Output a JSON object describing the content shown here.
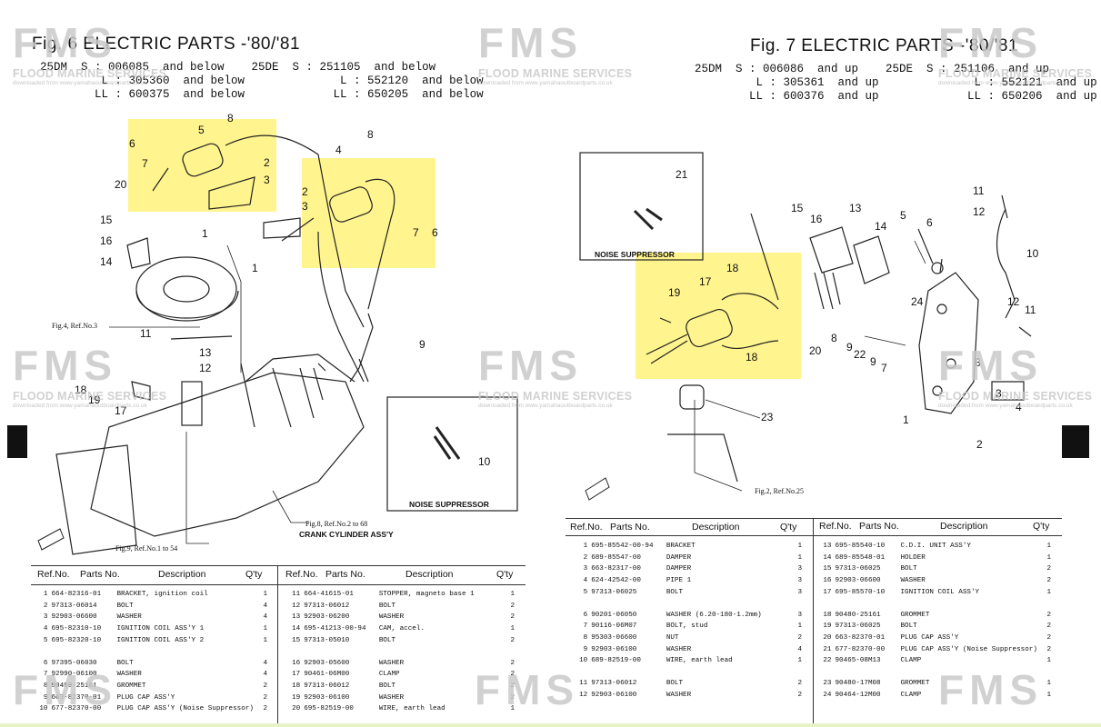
{
  "left": {
    "title": "Fig. 6  ELECTRIC  PARTS  -'80/'81",
    "serials": "25DM  S : 006085  and below    25DE  S : 251105  and below\n         L : 305360  and below              L : 552120  and below\n        LL : 600375  and below             LL : 650205  and below",
    "refs": {
      "r1": "Fig.4, Ref.No.3",
      "r2": "Fig.9, Ref.No.1 to 54",
      "r3": "Fig.8, Ref.No.2 to 68",
      "r4": "CRANK CYLINDER ASS'Y"
    },
    "noise_suppressor": "NOISE SUPPRESSOR",
    "labels": [
      "8",
      "5",
      "6",
      "2",
      "7",
      "3",
      "20",
      "1",
      "4",
      "8",
      "2",
      "3",
      "7",
      "6",
      "15",
      "16",
      "1",
      "14",
      "11",
      "9",
      "13",
      "12",
      "18",
      "19",
      "17",
      "10"
    ],
    "table_header": [
      "Ref.No.",
      "Parts No.",
      "Description",
      "Q'ty",
      "Ref.No.",
      "Parts No.",
      "Description",
      "Q'ty"
    ],
    "rows_a": [
      [
        "1",
        "664-82316-01",
        "BRACKET, ignition coil",
        "1"
      ],
      [
        "2",
        "97313-06014",
        "BOLT",
        "4"
      ],
      [
        "3",
        "92903-06600",
        "WASHER",
        "4"
      ],
      [
        "4",
        "695-82310-10",
        "IGNITION COIL ASS'Y 1",
        "1"
      ],
      [
        "5",
        "695-82320-10",
        "IGNITION COIL ASS'Y 2",
        "1"
      ],
      [
        "",
        "",
        "",
        ""
      ],
      [
        "6",
        "97395-06030",
        "BOLT",
        "4"
      ],
      [
        "7",
        "92990-06100",
        "WASHER",
        "4"
      ],
      [
        "8",
        "90480-25161",
        "GROMMET",
        "2"
      ],
      [
        "9",
        "663-82370-01",
        "PLUG CAP ASS'Y",
        "2"
      ],
      [
        "10",
        "677-82370-00",
        "PLUG CAP ASS'Y (Noise Suppressor)",
        "2"
      ]
    ],
    "rows_b": [
      [
        "11",
        "664-41615-01",
        "STOPPER, magneto base 1",
        "1"
      ],
      [
        "12",
        "97313-06012",
        "BOLT",
        "2"
      ],
      [
        "13",
        "92903-06200",
        "WASHER",
        "2"
      ],
      [
        "14",
        "695-41213-00-94",
        "CAM, accel.",
        "1"
      ],
      [
        "15",
        "97313-05010",
        "BOLT",
        "2"
      ],
      [
        "",
        "",
        "",
        ""
      ],
      [
        "16",
        "92903-05600",
        "WASHER",
        "2"
      ],
      [
        "17",
        "90461-06M00",
        "CLAMP",
        "2"
      ],
      [
        "18",
        "97313-06012",
        "BOLT",
        "2"
      ],
      [
        "19",
        "92903-06100",
        "WASHER",
        "2"
      ],
      [
        "20",
        "695-82519-00",
        "WIRE, earth lead",
        "1"
      ]
    ]
  },
  "right": {
    "title": "Fig. 7  ELECTRIC  PARTS  -'80/'81",
    "serials": "25DM  S : 006086  and up    25DE  S : 251106  and up\n         L : 305361  and up              L : 552121  and up\n        LL : 600376  and up             LL : 650206  and up",
    "refs": {
      "r1": "Fig.2, Ref.No.25"
    },
    "noise_suppressor": "NOISE SUPPRESSOR",
    "labels": [
      "21",
      "11",
      "12",
      "15",
      "16",
      "13",
      "14",
      "5",
      "6",
      "10",
      "18",
      "19",
      "17",
      "24",
      "12",
      "11",
      "8",
      "9",
      "22",
      "9",
      "7",
      "8",
      "20",
      "18",
      "3",
      "4",
      "1",
      "2",
      "23"
    ],
    "table_header": [
      "Ref.No.",
      "Parts No.",
      "Description",
      "Q'ty",
      "Ref.No.",
      "Parts No.",
      "Description",
      "Q'ty"
    ],
    "rows_a": [
      [
        "1",
        "695-85542-00-94",
        "BRACKET",
        "1"
      ],
      [
        "2",
        "689-85547-00",
        "DAMPER",
        "1"
      ],
      [
        "3",
        "663-82317-00",
        "DAMPER",
        "3"
      ],
      [
        "4",
        "624-42542-00",
        "PIPE 1",
        "3"
      ],
      [
        "5",
        "97313-06025",
        "BOLT",
        "3"
      ],
      [
        "",
        "",
        "",
        ""
      ],
      [
        "6",
        "90201-06050",
        "WASHER (6.20-180-1.2mm)",
        "3"
      ],
      [
        "7",
        "90116-06M07",
        "BOLT, stud",
        "1"
      ],
      [
        "8",
        "95303-06600",
        "NUT",
        "2"
      ],
      [
        "9",
        "92903-06100",
        "WASHER",
        "4"
      ],
      [
        "10",
        "689-82519-00",
        "WIRE, earth lead",
        "1"
      ],
      [
        "",
        "",
        "",
        ""
      ],
      [
        "11",
        "97313-06012",
        "BOLT",
        "2"
      ],
      [
        "12",
        "92903-06100",
        "WASHER",
        "2"
      ]
    ],
    "rows_b": [
      [
        "13",
        "695-85540-10",
        "C.D.I. UNIT ASS'Y",
        "1"
      ],
      [
        "14",
        "689-85548-01",
        "HOLDER",
        "1"
      ],
      [
        "15",
        "97313-06025",
        "BOLT",
        "2"
      ],
      [
        "16",
        "92903-06600",
        "WASHER",
        "2"
      ],
      [
        "17",
        "695-85570-10",
        "IGNITION COIL ASS'Y",
        "1"
      ],
      [
        "",
        "",
        "",
        ""
      ],
      [
        "18",
        "90480-25161",
        "GROMMET",
        "2"
      ],
      [
        "19",
        "97313-06025",
        "BOLT",
        "2"
      ],
      [
        "20",
        "663-82370-01",
        "PLUG CAP ASS'Y",
        "2"
      ],
      [
        "21",
        "677-82370-00",
        "PLUG CAP ASS'Y (Noise Suppressor)",
        "2"
      ],
      [
        "22",
        "90465-08M13",
        "CLAMP",
        "1"
      ],
      [
        "",
        "",
        "",
        ""
      ],
      [
        "23",
        "90480-17M08",
        "GROMMET",
        "1"
      ],
      [
        "24",
        "90464-12M00",
        "CLAMP",
        "1"
      ]
    ]
  },
  "watermark": {
    "logo": "FMS",
    "name": "FLOOD MARINE SERVICES",
    "url": "downloaded from www.yamahaoutboardparts.co.uk"
  },
  "colors": {
    "highlight": "#fff27a",
    "watermark": "#c9c9c9"
  }
}
